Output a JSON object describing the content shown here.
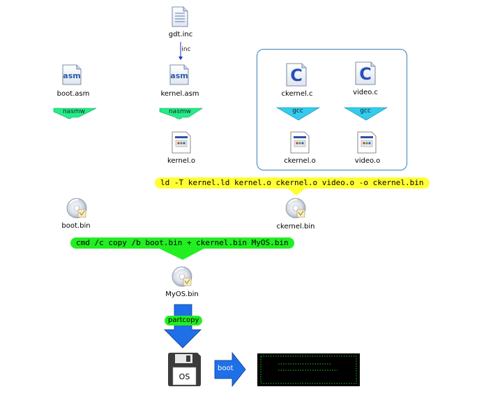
{
  "files": {
    "gdt_inc": "gdt.inc",
    "boot_asm": "boot.asm",
    "kernel_asm": "kernel.asm",
    "ckernel_c": "ckernel.c",
    "video_c": "video.c",
    "kernel_o": "kernel.o",
    "ckernel_o": "ckernel.o",
    "video_o": "video.o",
    "boot_bin": "boot.bin",
    "ckernel_bin": "ckernel.bin",
    "myos_bin": "MyOS.bin"
  },
  "icons": {
    "asm_text": "asm",
    "c_text": "C",
    "floppy_text": "OS"
  },
  "labels": {
    "inc": "inc",
    "nasmw_boot": "nasmw",
    "nasmw_kernel": "nasmw",
    "gcc_ckernel": "gcc",
    "gcc_video": "gcc",
    "partcopy": "partcopy",
    "boot": "boot"
  },
  "commands": {
    "ld": "ld -T kernel.ld kernel.o ckernel.o video.o -o ckernel.bin",
    "copy": "cmd /c copy /b boot.bin + ckernel.bin MyOS.bin"
  },
  "colors": {
    "ld_pill": "#ffff33",
    "copy_pill": "#22ee22",
    "nasmw_funnel": "#22ee88",
    "gcc_funnel": "#33ccee",
    "blue_arrow": "#1f6fe8",
    "group_border": "#3a7fb8",
    "screen_bg": "#000000"
  }
}
